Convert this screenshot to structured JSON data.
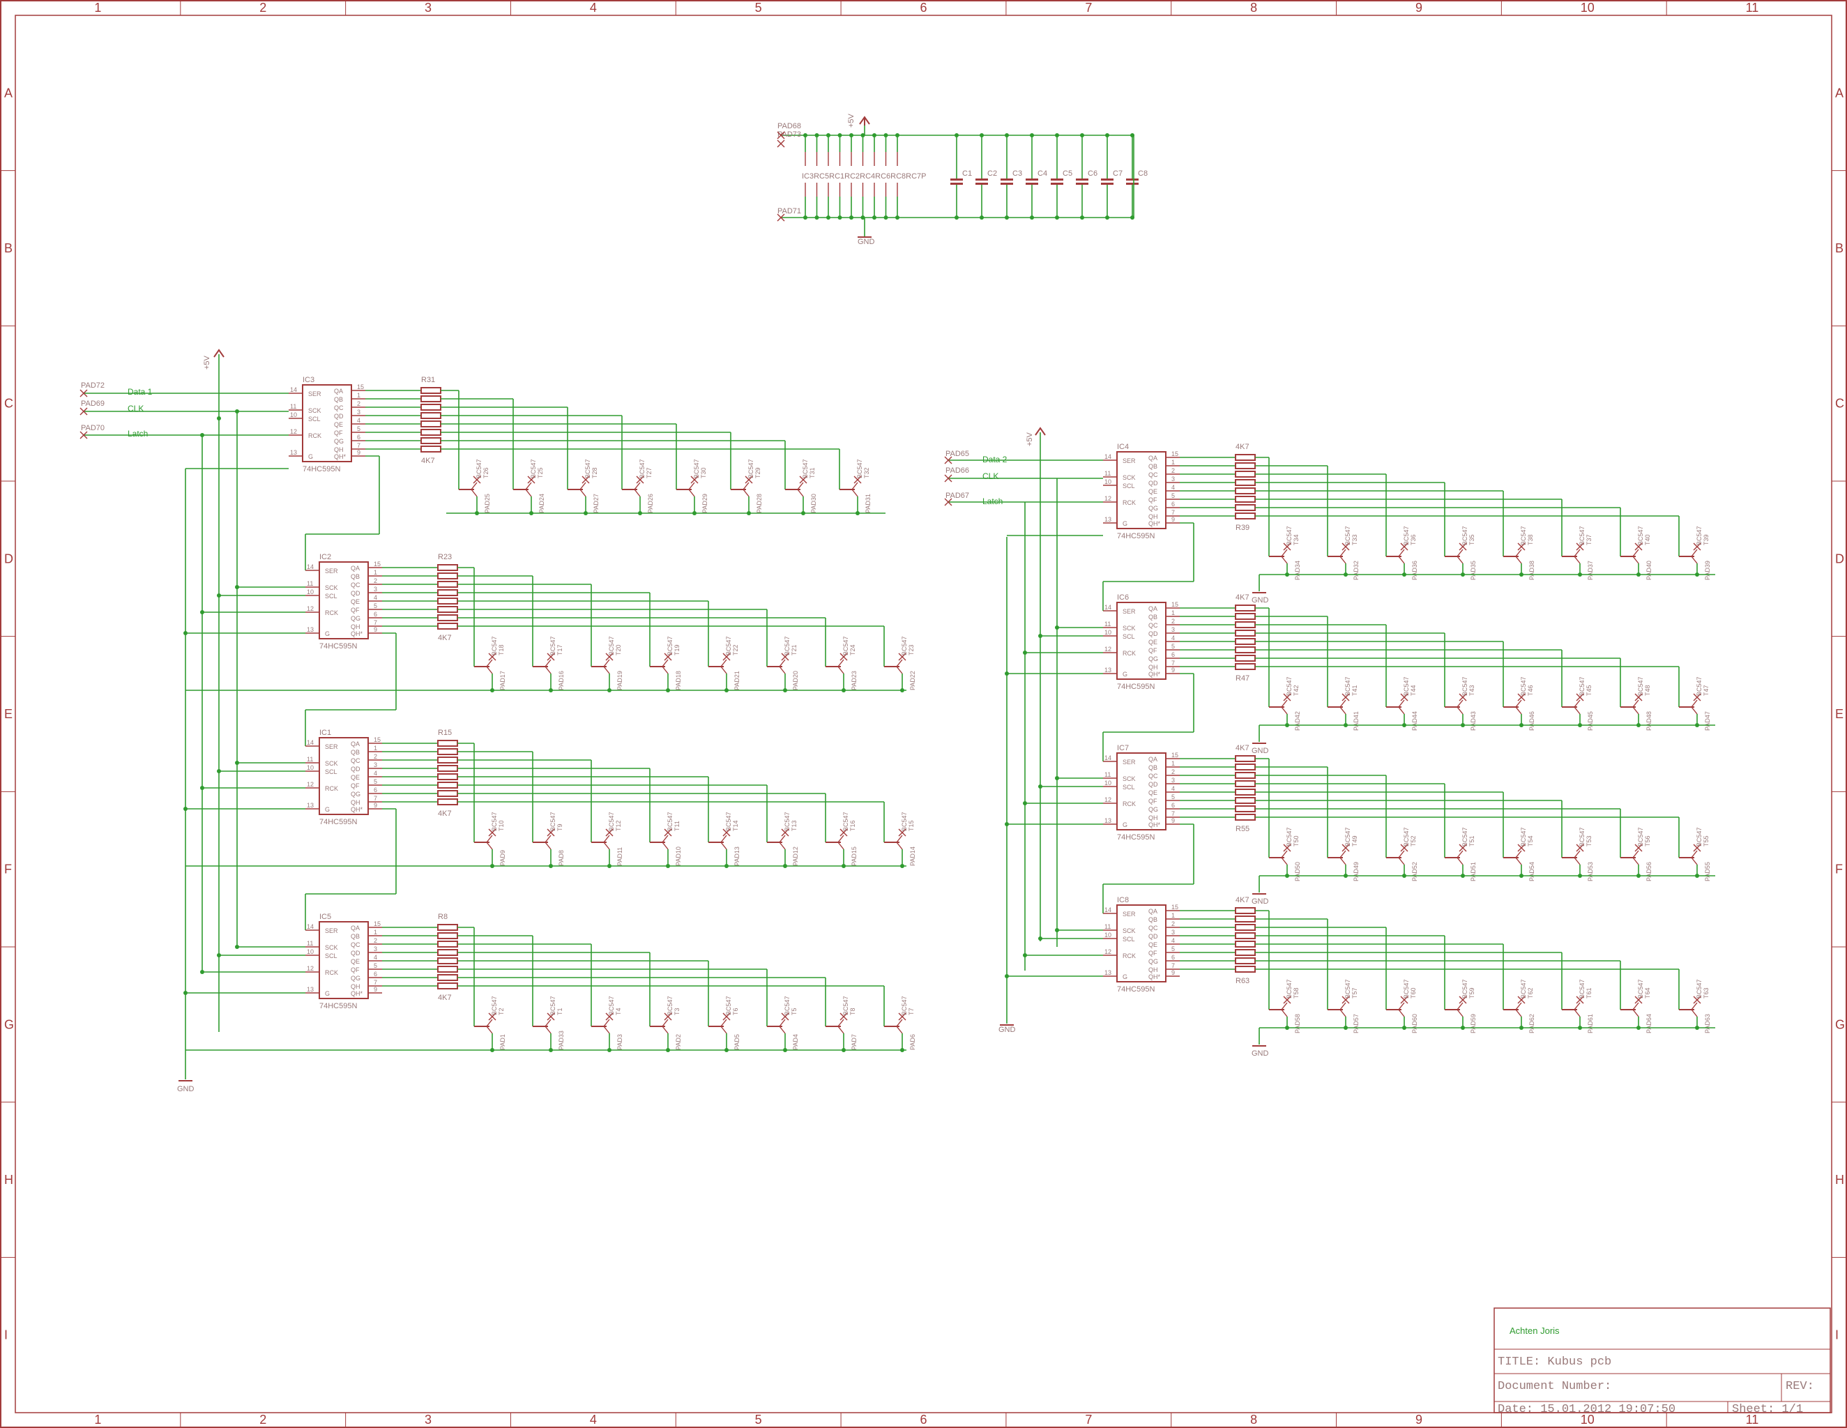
{
  "grid": {
    "columns": [
      "1",
      "2",
      "3",
      "4",
      "5",
      "6",
      "7",
      "8",
      "9",
      "10",
      "11"
    ],
    "rows": [
      "A",
      "B",
      "C",
      "D",
      "E",
      "F",
      "G",
      "H",
      "I"
    ]
  },
  "title_block": {
    "author": "Achten Joris",
    "title": "TITLE:  Kubus pcb",
    "document_number": "Document Number:",
    "rev": "REV:",
    "date": "Date: 15.01.2012 19:07:50",
    "sheet": "Sheet: 1/1"
  },
  "power": {
    "pads_top": [
      "PAD68",
      "PAD73"
    ],
    "pad_bottom": "PAD71",
    "vcc_label": "+5V",
    "gnd_label": "GND",
    "ic_labels": "IC3RC5RC1RC2RC4RC6RC8RC7P",
    "capacitors": [
      "C1",
      "C2",
      "C3",
      "C4",
      "C5",
      "C6",
      "C7",
      "C8"
    ]
  },
  "left_inputs": {
    "pads": [
      "PAD72",
      "PAD69",
      "PAD70"
    ],
    "nets": [
      "Data 1",
      "CLK",
      "Latch"
    ],
    "vcc": "+5V",
    "gnd": "GND"
  },
  "right_inputs": {
    "pads": [
      "PAD65",
      "PAD66",
      "PAD67"
    ],
    "nets": [
      "Data 2",
      "CLK",
      "Latch"
    ],
    "vcc": "+5V",
    "gnd": "GND"
  },
  "chip_pins_left": [
    "SER",
    "SCK",
    "SCL",
    "RCK",
    "G"
  ],
  "chip_pins_right": [
    "QA",
    "QB",
    "QC",
    "QD",
    "QE",
    "QF",
    "QG",
    "QH",
    "QH*"
  ],
  "chip_part": "74HC595N",
  "transistor_part": "BC547",
  "resistor_value": "4K7",
  "left_chips": [
    {
      "name": "IC3",
      "res_ref": "R31",
      "transistors": [
        "T26",
        "T25",
        "T28",
        "T27",
        "T30",
        "T29",
        "T31",
        "T32"
      ],
      "pads": [
        "PAD25",
        "PAD24",
        "PAD27",
        "PAD26",
        "PAD29",
        "PAD28",
        "PAD30",
        "PAD31"
      ]
    },
    {
      "name": "IC2",
      "res_ref": "R23",
      "transistors": [
        "T18",
        "T17",
        "T20",
        "T19",
        "T22",
        "T21",
        "T24",
        "T23"
      ],
      "pads": [
        "PAD17",
        "PAD16",
        "PAD19",
        "PAD18",
        "PAD21",
        "PAD20",
        "PAD23",
        "PAD22"
      ]
    },
    {
      "name": "IC1",
      "res_ref": "R15",
      "transistors": [
        "T10",
        "T9",
        "T12",
        "T11",
        "T14",
        "T13",
        "T16",
        "T15"
      ],
      "pads": [
        "PAD9",
        "PAD8",
        "PAD11",
        "PAD10",
        "PAD13",
        "PAD12",
        "PAD15",
        "PAD14"
      ]
    },
    {
      "name": "IC5",
      "res_ref": "R8",
      "transistors": [
        "T2",
        "T1",
        "T4",
        "T3",
        "T6",
        "T5",
        "T8",
        "T7"
      ],
      "pads": [
        "PAD1",
        "PAD33",
        "PAD3",
        "PAD2",
        "PAD5",
        "PAD4",
        "PAD7",
        "PAD6"
      ]
    }
  ],
  "right_chips": [
    {
      "name": "IC4",
      "res_ref": "R39",
      "res_top": "4K7",
      "transistors": [
        "T34",
        "T33",
        "T36",
        "T35",
        "T38",
        "T37",
        "T40",
        "T39"
      ],
      "pads": [
        "PAD34",
        "PAD32",
        "PAD36",
        "PAD35",
        "PAD38",
        "PAD37",
        "PAD40",
        "PAD39"
      ]
    },
    {
      "name": "IC6",
      "res_ref": "R47",
      "res_top": "4K7",
      "transistors": [
        "T42",
        "T41",
        "T44",
        "T43",
        "T46",
        "T45",
        "T48",
        "T47"
      ],
      "pads": [
        "PAD42",
        "PAD41",
        "PAD44",
        "PAD43",
        "PAD46",
        "PAD45",
        "PAD48",
        "PAD47"
      ]
    },
    {
      "name": "IC7",
      "res_ref": "R55",
      "res_top": "4K7",
      "transistors": [
        "T50",
        "T49",
        "T52",
        "T51",
        "T54",
        "T53",
        "T56",
        "T55"
      ],
      "pads": [
        "PAD50",
        "PAD49",
        "PAD52",
        "PAD51",
        "PAD54",
        "PAD53",
        "PAD56",
        "PAD55"
      ]
    },
    {
      "name": "IC8",
      "res_ref": "R63",
      "res_top": "4K7",
      "transistors": [
        "T58",
        "T57",
        "T60",
        "T59",
        "T62",
        "T61",
        "T64",
        "T63"
      ],
      "pads": [
        "PAD58",
        "PAD57",
        "PAD60",
        "PAD59",
        "PAD62",
        "PAD61",
        "PAD64",
        "PAD63"
      ]
    }
  ]
}
